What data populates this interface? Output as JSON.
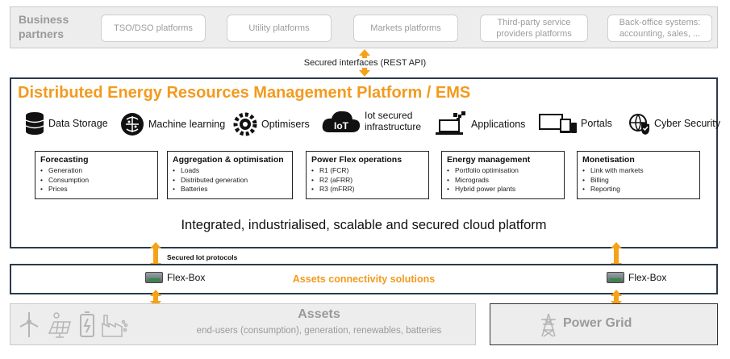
{
  "business_partners": {
    "label": "Business partners",
    "boxes": [
      "TSO/DSO platforms",
      "Utility platforms",
      "Markets platforms",
      "Third-party service providers platforms",
      "Back-office systems: accounting, sales, ..."
    ]
  },
  "api_label": "Secured interfaces (REST API)",
  "platform": {
    "title": "Distributed Energy Resources Management Platform / EMS",
    "capabilities": [
      {
        "label": "Data Storage",
        "icon": "database-icon"
      },
      {
        "label": "Machine learning",
        "icon": "brain-icon"
      },
      {
        "label": "Optimisers",
        "icon": "gears-icon"
      },
      {
        "label": "Iot secured infrastructure",
        "icon": "iot-cloud-icon"
      },
      {
        "label": "Applications",
        "icon": "laptop-icon"
      },
      {
        "label": "Portals",
        "icon": "devices-icon"
      },
      {
        "label": "Cyber Security",
        "icon": "shield-globe-icon"
      }
    ],
    "cards": [
      {
        "title": "Forecasting",
        "items": [
          "Generation",
          "Consumption",
          "Prices"
        ]
      },
      {
        "title": "Aggregation & optimisation",
        "items": [
          "Loads",
          "Distributed generation",
          "Batteries"
        ]
      },
      {
        "title": "Power Flex operations",
        "items": [
          "R1 (FCR)",
          "R2 (aFRR)",
          "R3 (mFRR)"
        ]
      },
      {
        "title": "Energy management",
        "items": [
          "Portfolio optimisation",
          "Micrograds",
          "Hybrid power plants"
        ]
      },
      {
        "title": "Monetisation",
        "items": [
          "Link with markets",
          "Billing",
          "Reporting"
        ]
      }
    ],
    "tagline": "Integrated, industrialised, scalable and secured cloud platform"
  },
  "iot_protocols_label": "Secured Iot protocols",
  "connectivity": {
    "title": "Assets connectivity solutions",
    "flexbox_left": "Flex-Box",
    "flexbox_right": "Flex-Box"
  },
  "assets": {
    "title": "Assets",
    "subtitle": "end-users (consumption), generation, renewables, batteries",
    "icons": [
      "wind-turbine-icon",
      "solar-panel-icon",
      "battery-icon",
      "factory-icon"
    ]
  },
  "power_grid": {
    "title": "Power Grid",
    "icon": "pylon-icon"
  },
  "colors": {
    "accent": "#f39a1e",
    "frame": "#2b3a4a",
    "muted": "#9a9a9a"
  }
}
